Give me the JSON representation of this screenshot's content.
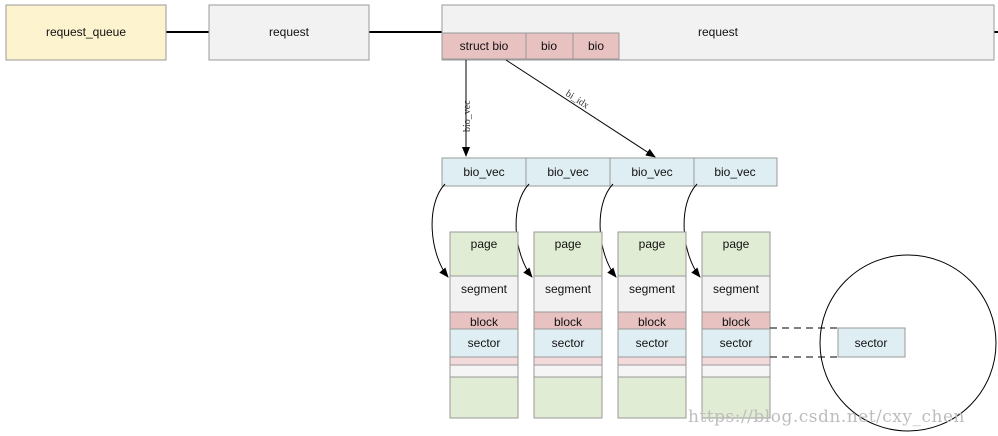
{
  "top_row": {
    "request_queue": "request_queue",
    "request_1": "request",
    "request_2": "request"
  },
  "bio_row": {
    "struct_bio": "struct bio",
    "bio_2": "bio",
    "bio_3": "bio"
  },
  "arrow_labels": {
    "bio_vec": "bio_vec",
    "bi_idx": "bi_idx"
  },
  "bio_vecs": [
    "bio_vec",
    "bio_vec",
    "bio_vec",
    "bio_vec"
  ],
  "page_columns": [
    {
      "page": "page",
      "segment": "segment",
      "block": "block",
      "sector": "sector"
    },
    {
      "page": "page",
      "segment": "segment",
      "block": "block",
      "sector": "sector"
    },
    {
      "page": "page",
      "segment": "segment",
      "block": "block",
      "sector": "sector"
    },
    {
      "page": "page",
      "segment": "segment",
      "block": "block",
      "sector": "sector"
    }
  ],
  "zoom_sector": "sector",
  "watermark": "https://blog.csdn.net/cxy_chen",
  "colors": {
    "queue_fill": "#fdf3cf",
    "request_fill": "#f2f2f2",
    "bio_fill": "#e8c1c1",
    "vec_fill": "#dfeef3",
    "page_fill": "#e1ecd4",
    "line": "#000000",
    "border": "#999999"
  }
}
